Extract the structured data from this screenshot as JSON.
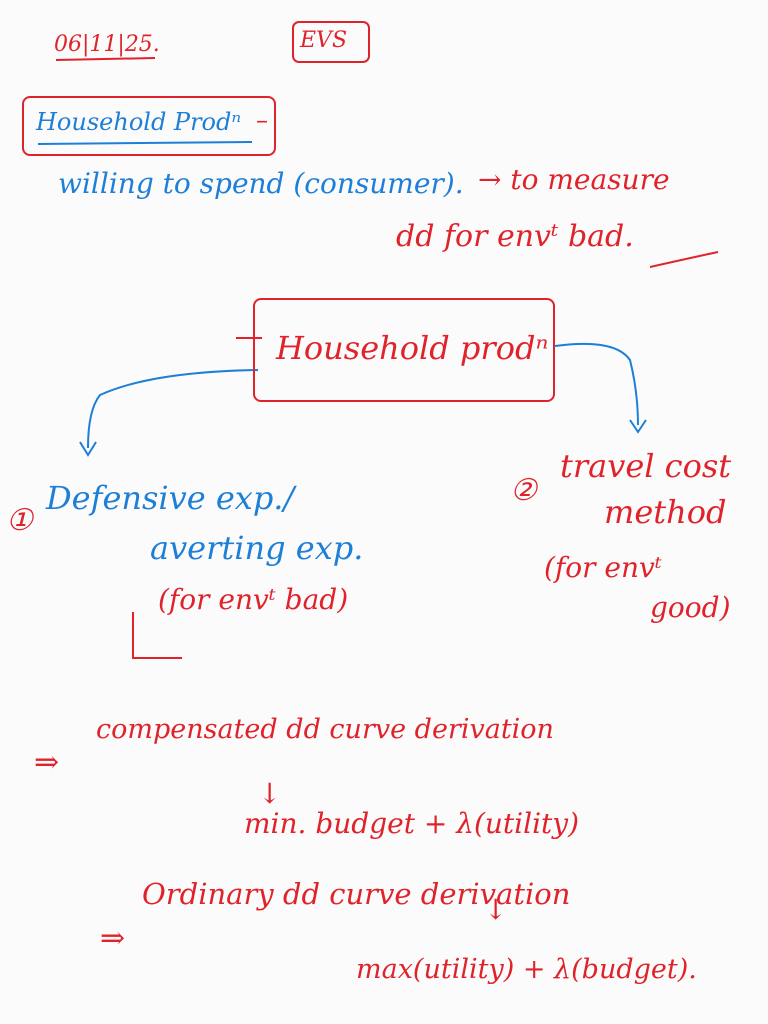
{
  "header": {
    "date": "06|11|25.",
    "subject": "EVS"
  },
  "section": {
    "title": "Household Prodⁿ",
    "title_dash": "–",
    "line1": "willing to spend (consumer).",
    "line1_arrow": "→ to measure",
    "line2": "dd for envᵗ bad."
  },
  "diagram": {
    "center": "Household prodⁿ",
    "left": {
      "number": "①",
      "title_a": "Defensive exp./",
      "title_b": "averting exp.",
      "note": "(for envᵗ bad)"
    },
    "right": {
      "number": "②",
      "title_a": "travel cost",
      "title_b": "method",
      "note_a": "(for envᵗ",
      "note_b": "good)"
    }
  },
  "derivations": {
    "one_marker": "⇒",
    "one_title": "compensated dd curve derivation",
    "one_via": "↓",
    "one_formula": "min. budget + λ(utility)",
    "two_marker": "⇒",
    "two_title": "Ordinary dd curve derivation",
    "two_via": "↓",
    "two_formula": "max(utility) + λ(budget)."
  },
  "colors": {
    "red_ink": "#e0232b",
    "blue_ink": "#1e7fd6"
  }
}
